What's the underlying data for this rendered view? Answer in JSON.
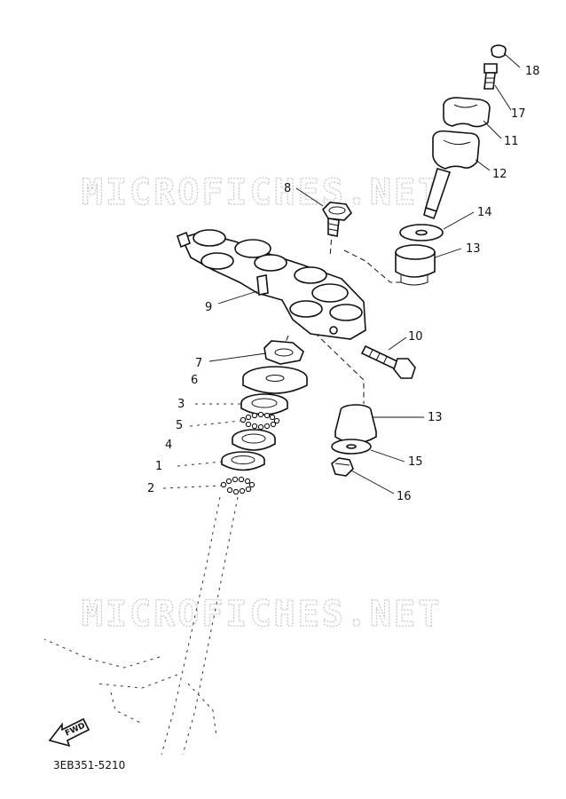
{
  "watermark": "MICROFICHES.NET",
  "diagram_code": "3EB351-5210",
  "fwd_label": "FWD",
  "callouts": [
    {
      "id": "c1",
      "label": "1"
    },
    {
      "id": "c2",
      "label": "2"
    },
    {
      "id": "c3",
      "label": "3"
    },
    {
      "id": "c4",
      "label": "4"
    },
    {
      "id": "c5",
      "label": "5"
    },
    {
      "id": "c6",
      "label": "6"
    },
    {
      "id": "c7",
      "label": "7"
    },
    {
      "id": "c8",
      "label": "8"
    },
    {
      "id": "c9",
      "label": "9"
    },
    {
      "id": "c10",
      "label": "10"
    },
    {
      "id": "c11",
      "label": "11"
    },
    {
      "id": "c12",
      "label": "12"
    },
    {
      "id": "c13a",
      "label": "13"
    },
    {
      "id": "c13b",
      "label": "13"
    },
    {
      "id": "c14",
      "label": "14"
    },
    {
      "id": "c15",
      "label": "15"
    },
    {
      "id": "c16",
      "label": "16"
    },
    {
      "id": "c17",
      "label": "17"
    },
    {
      "id": "c18",
      "label": "18"
    }
  ]
}
